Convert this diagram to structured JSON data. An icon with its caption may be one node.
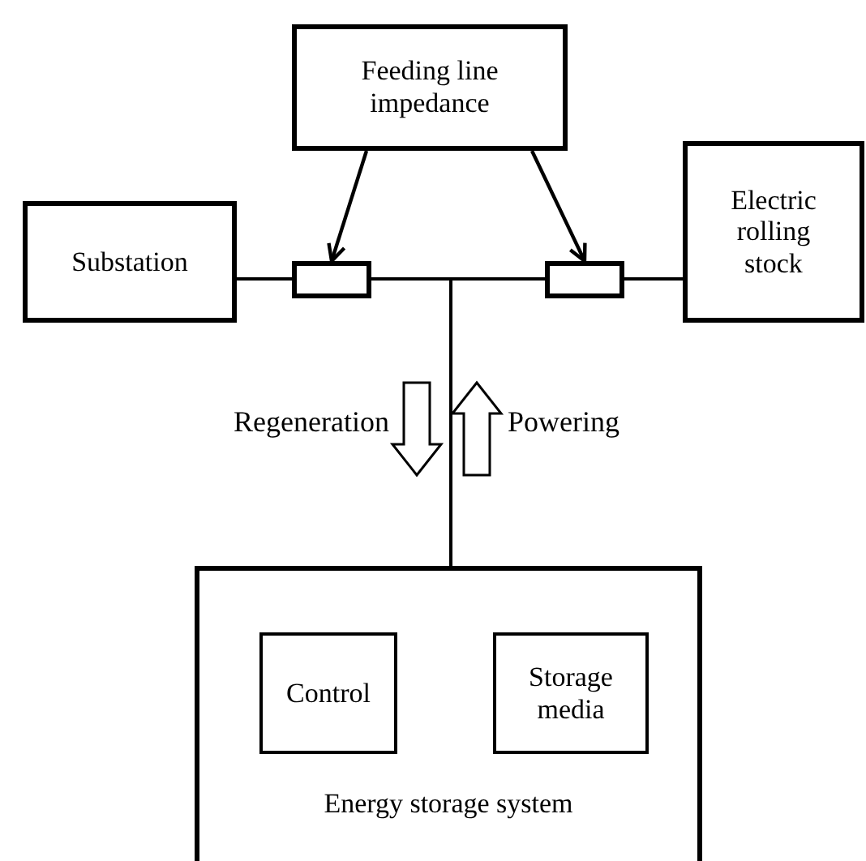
{
  "diagram": {
    "nodes": [
      {
        "text": [
          "Feeding line impedance"
        ]
      },
      {
        "text": [
          "Substation"
        ]
      },
      {
        "text": [],
        "shape": "box"
      },
      {
        "text": [],
        "shape": "box"
      },
      {
        "text": [
          "Electric rolling stock"
        ]
      },
      {
        "text": [
          "Energy storage system"
        ]
      },
      {
        "text": [
          "Control"
        ],
        "in": 5
      },
      {
        "text": [
          "Storage media"
        ],
        "in": 5
      }
    ],
    "edges": [
      {
        "from": 0,
        "to": 2,
        "arrow": "to"
      },
      {
        "from": 0,
        "to": 3,
        "arrow": "to"
      },
      {
        "from": 1,
        "to": 2,
        "arrow": "none"
      },
      {
        "from": 3,
        "to": 4,
        "arrow": "none"
      },
      {
        "from": 2,
        "to": 5,
        "arrow": "none"
      },
      {
        "from": 3,
        "to": 5,
        "arrow": "none"
      }
    ],
    "labels": [
      "Regeneration",
      "Powering"
    ]
  }
}
